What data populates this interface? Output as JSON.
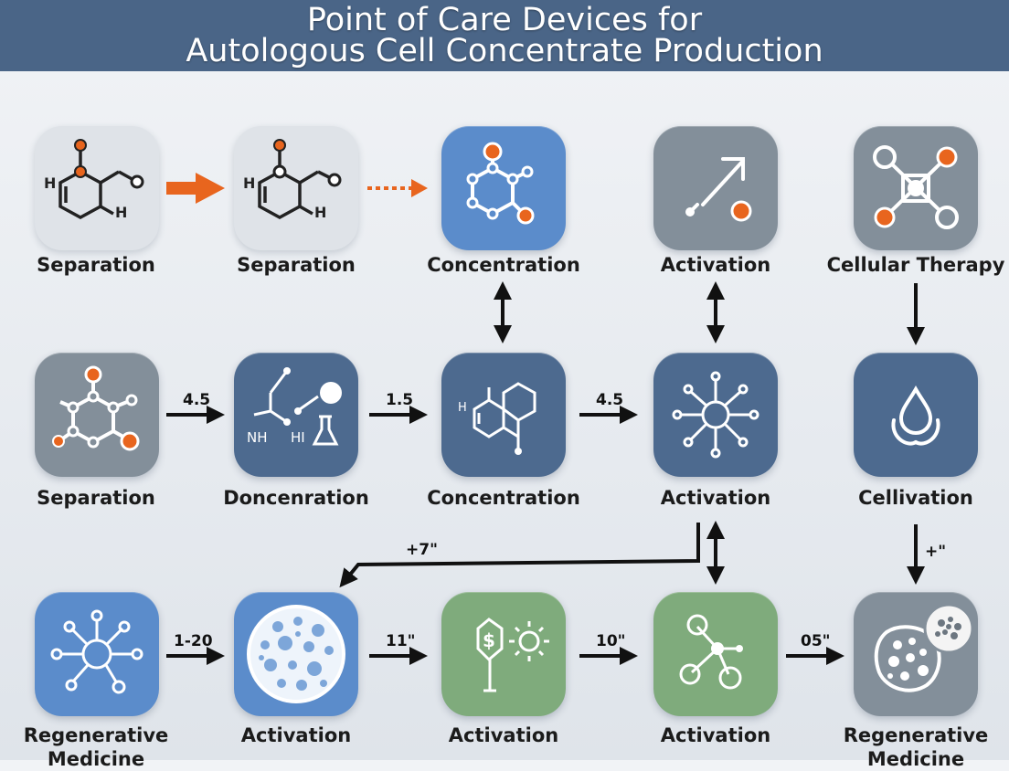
{
  "title": {
    "line1": "Point of Care Devices for",
    "line2": "Autologous Cell Concentrate Production"
  },
  "nodes": [
    {
      "label": "Separation",
      "icon": "molecule-icon",
      "color": "#dfe3e8"
    },
    {
      "label": "Separation",
      "icon": "molecule-icon",
      "color": "#dfe3e8"
    },
    {
      "label": "Concentration",
      "icon": "hexagon-molecule-icon",
      "color": "#5b8ccb"
    },
    {
      "label": "Activation",
      "icon": "arrow-activation-icon",
      "color": "#838f9a"
    },
    {
      "label": "Cellular Therapy",
      "icon": "network-icon",
      "color": "#838f9a"
    },
    {
      "label": "Separation",
      "icon": "molecule-icon",
      "color": "#838f9a"
    },
    {
      "label": "Doncenration",
      "icon": "lab-flask-icon",
      "color": "#4d6a8f"
    },
    {
      "label": "Concentration",
      "icon": "ring-molecule-icon",
      "color": "#4d6a8f"
    },
    {
      "label": "Activation",
      "icon": "cell-burst-icon",
      "color": "#4d6a8f"
    },
    {
      "label": "Cellivation",
      "icon": "droplet-icon",
      "color": "#4d6a8f"
    },
    {
      "label": "Regenerative Medicine",
      "icon": "cell-burst-icon",
      "color": "#5b8ccb"
    },
    {
      "label": "Activation",
      "icon": "cell-dots-icon",
      "color": "#5b8ccb"
    },
    {
      "label": "Activation",
      "icon": "dollar-cell-icon",
      "color": "#7fab7c"
    },
    {
      "label": "Activation",
      "icon": "node-graph-icon",
      "color": "#7fab7c"
    },
    {
      "label": "Regenerative Medicine",
      "icon": "tissue-icon",
      "color": "#838f9a"
    }
  ],
  "icon_symbols": {
    "n0": [
      "H",
      "H"
    ],
    "n1": [
      "H",
      "H"
    ],
    "n6": [
      "NH",
      "HI"
    ],
    "n7": [
      "H"
    ]
  },
  "connector_labels": {
    "r2a": "4.5",
    "r2b": "1.5",
    "r2c": "4.5",
    "loop": "+7\"",
    "c5": "+\"",
    "r3a": "1-20",
    "r3b": "11\"",
    "r3c": "10\"",
    "r3d": "05\""
  },
  "colors": {
    "header": "#4a6587",
    "accent_orange": "#e8651e",
    "arrow": "#111111"
  }
}
